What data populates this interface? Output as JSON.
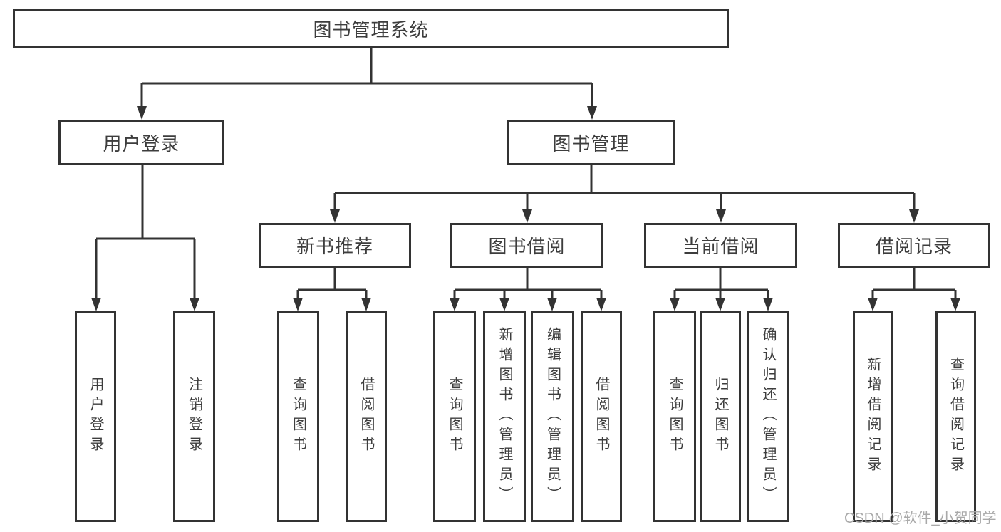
{
  "tree": {
    "label": "图书管理系统",
    "children": [
      {
        "label": "用户登录",
        "children": [
          {
            "label": "用户登录"
          },
          {
            "label": "注销登录"
          }
        ]
      },
      {
        "label": "图书管理",
        "children": [
          {
            "label": "新书推荐",
            "children": [
              {
                "label": "查询图书"
              },
              {
                "label": "借阅图书"
              }
            ]
          },
          {
            "label": "图书借阅",
            "children": [
              {
                "label": "查询图书"
              },
              {
                "label": "新增图书（管理员）"
              },
              {
                "label": "编辑图书（管理员）"
              },
              {
                "label": "借阅图书"
              }
            ]
          },
          {
            "label": "当前借阅",
            "children": [
              {
                "label": "查询图书"
              },
              {
                "label": "归还图书"
              },
              {
                "label": "确认归还（管理员）"
              }
            ]
          },
          {
            "label": "借阅记录",
            "children": [
              {
                "label": "新增借阅记录"
              },
              {
                "label": "查询借阅记录"
              }
            ]
          }
        ]
      }
    ]
  },
  "watermark": {
    "text": "CSDN @软件_小贺同学"
  },
  "colors": {
    "line": "#333333",
    "box_border": "#333333",
    "text": "#3d3d3d",
    "watermark": "#a9a9a9",
    "background": "#ffffff"
  }
}
